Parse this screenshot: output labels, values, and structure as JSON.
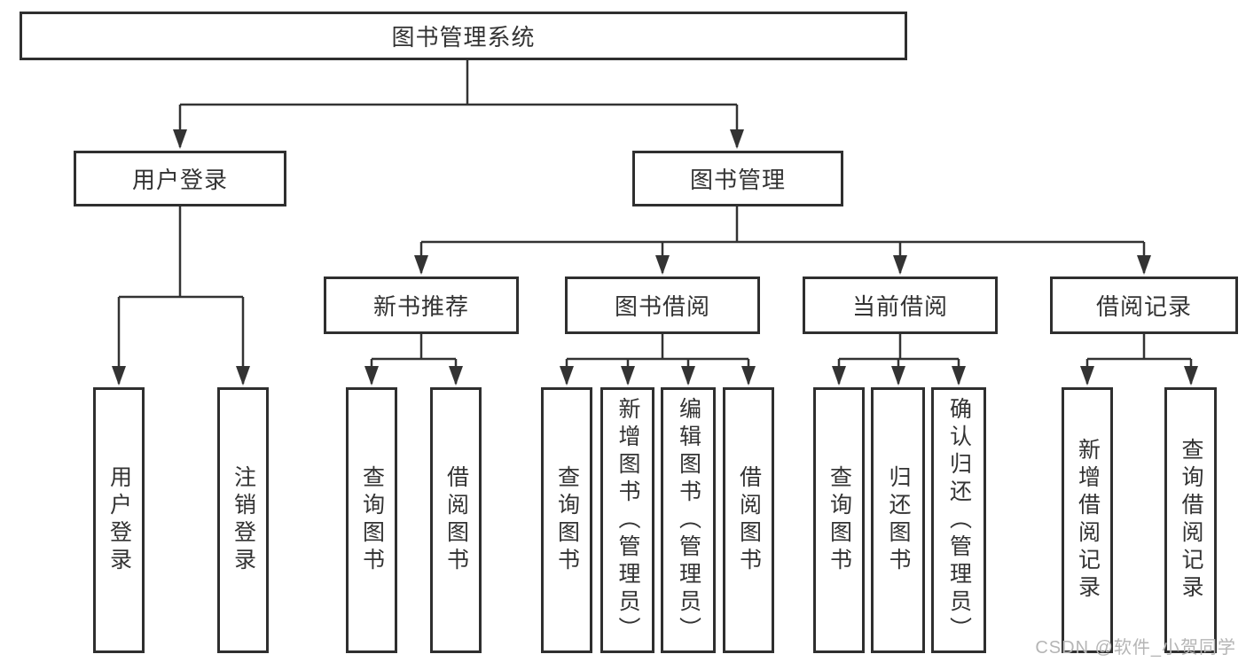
{
  "tree": {
    "root": {
      "label": "图书管理系统",
      "children": [
        {
          "label": "用户登录",
          "children": [
            {
              "label": "用户登录"
            },
            {
              "label": "注销登录"
            }
          ]
        },
        {
          "label": "图书管理",
          "children": [
            {
              "label": "新书推荐",
              "children": [
                {
                  "label": "查询图书"
                },
                {
                  "label": "借阅图书"
                }
              ]
            },
            {
              "label": "图书借阅",
              "children": [
                {
                  "label": "查询图书"
                },
                {
                  "label": "新增图书（管理员）"
                },
                {
                  "label": "编辑图书（管理员）"
                },
                {
                  "label": "借阅图书"
                }
              ]
            },
            {
              "label": "当前借阅",
              "children": [
                {
                  "label": "查询图书"
                },
                {
                  "label": "归还图书"
                },
                {
                  "label": "确认归还（管理员）"
                }
              ]
            },
            {
              "label": "借阅记录",
              "children": [
                {
                  "label": "新增借阅记录"
                },
                {
                  "label": "查询借阅记录"
                }
              ]
            }
          ]
        }
      ]
    }
  },
  "watermark": {
    "label": "CSDN @软件_小贺同学"
  },
  "colors": {
    "line": "#333333",
    "box_border": "#2f2f2f",
    "text": "#333333",
    "watermark": "#b5b5b5",
    "background": "#ffffff"
  }
}
